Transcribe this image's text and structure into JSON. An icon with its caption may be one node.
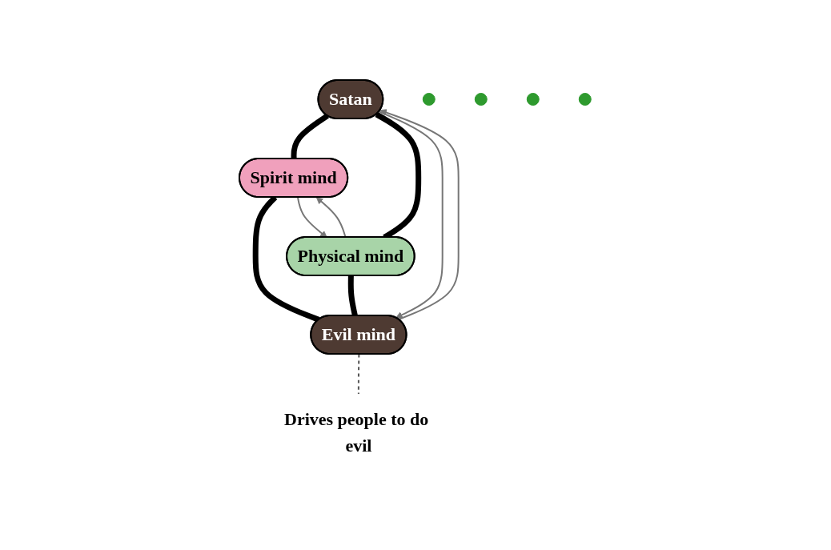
{
  "diagram": {
    "nodes": [
      {
        "text": [
          "Satan"
        ]
      },
      {
        "text": [
          "Spirit mind"
        ]
      },
      {
        "text": [
          "Physical mind"
        ]
      },
      {
        "text": [
          "Evil mind"
        ]
      },
      {
        "text": [
          "Drives people to do evil"
        ]
      },
      {
        "text": [],
        "shape": "circle"
      },
      {
        "text": [],
        "shape": "circle"
      },
      {
        "text": [],
        "shape": "circle"
      },
      {
        "text": [],
        "shape": "circle"
      }
    ],
    "edges": [
      {
        "from": 0,
        "to": 1,
        "arrow": "none",
        "style": "thick"
      },
      {
        "from": 0,
        "to": 2,
        "arrow": "none",
        "style": "thick"
      },
      {
        "from": 1,
        "to": 3,
        "arrow": "none",
        "style": "thick"
      },
      {
        "from": 2,
        "to": 3,
        "arrow": "none",
        "style": "thick"
      },
      {
        "from": 3,
        "to": 0,
        "arrow": "to",
        "color": "#777777"
      },
      {
        "from": 0,
        "to": 3,
        "arrow": "to",
        "color": "#777777"
      },
      {
        "from": 1,
        "to": 2,
        "arrow": "to",
        "color": "#777777"
      },
      {
        "from": 2,
        "to": 1,
        "arrow": "to",
        "color": "#777777"
      },
      {
        "from": 3,
        "to": 4,
        "arrow": "none",
        "style": "dashed",
        "color": "#555555"
      }
    ]
  }
}
